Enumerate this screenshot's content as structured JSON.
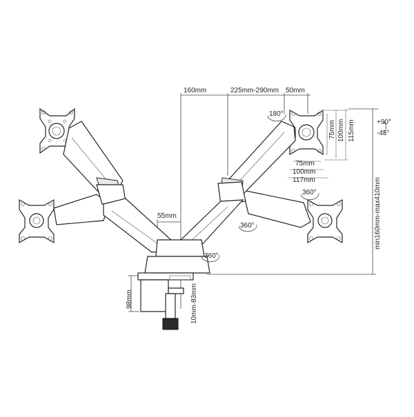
{
  "dimensions": {
    "arm_lower": "160mm",
    "arm_upper": "225mm-290mm",
    "arm_head": "50mm",
    "vesa_75": "75mm",
    "vesa_100": "100mm",
    "plate_115": "115mm",
    "plate_117": "117mm",
    "center_gap": "55mm",
    "height_range": "min160mm-max410mm",
    "clamp_height": "98mm",
    "clamp_range": "10mm-83mm"
  },
  "rotations": {
    "head_top": "180°",
    "head_right": "360°",
    "elbow_right": "360°",
    "base": "360°",
    "tilt_up": "+90°",
    "tilt_down": "-45°"
  },
  "colors": {
    "line": "#222222",
    "fill_dark": "#2a2a2a",
    "fill_light": "#e9e9e9"
  }
}
